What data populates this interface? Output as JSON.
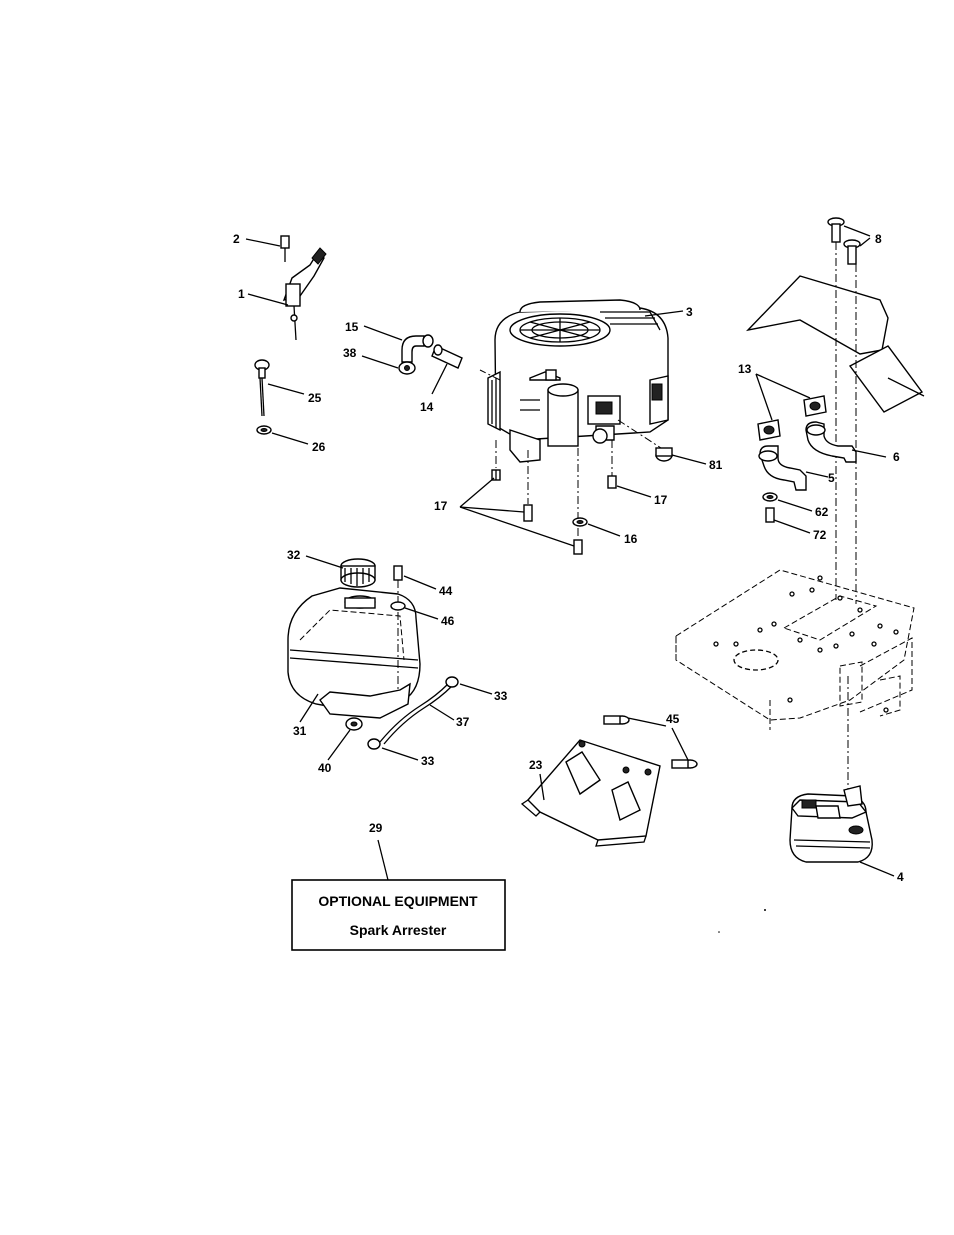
{
  "callouts": [
    "2",
    "1",
    "15",
    "38",
    "14",
    "3",
    "8",
    "25",
    "26",
    "13",
    "6",
    "5",
    "81",
    "17",
    "17",
    "62",
    "72",
    "16",
    "32",
    "44",
    "46",
    "33",
    "37",
    "31",
    "40",
    "33",
    "45",
    "23",
    "29",
    "4"
  ],
  "optional_box": {
    "title": "OPTIONAL EQUIPMENT",
    "item": "Spark Arrester"
  }
}
